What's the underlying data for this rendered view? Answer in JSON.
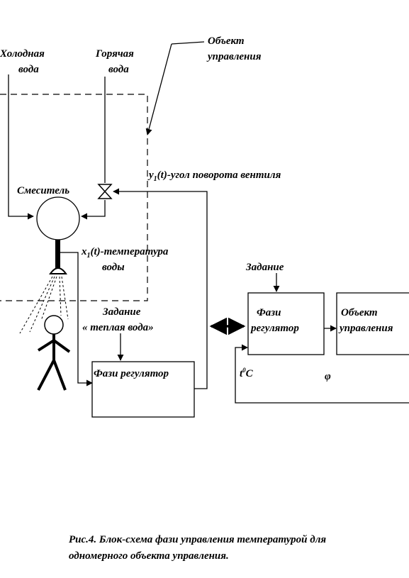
{
  "labels": {
    "cold_water_1": "Холодная",
    "cold_water_2": "вода",
    "hot_water_1": "Горячая",
    "hot_water_2": "вода",
    "object_top_1": "Объект",
    "object_top_2": "управления",
    "mixer": "Смеситель",
    "y1_var": "y",
    "y1_sub": "1",
    "y1_rest": "(t)-угол  поворота вентиля",
    "x1_var": "x",
    "x1_sub": "1",
    "x1_rest": "(t)-температура",
    "x1_rest2": "воды",
    "task_left_1": "Задание",
    "task_left_2": "« теплая вода»",
    "fuzzy_reg_left": "Фази регулятор",
    "task_right": "Задание",
    "fuzzy_reg_right_1": "Фази",
    "fuzzy_reg_right_2": "регулятор",
    "object_right_1": "Объект",
    "object_right_2": "управления",
    "temp_t": "t",
    "temp_sup": "0",
    "temp_c": "C",
    "phi": "φ"
  },
  "caption": {
    "line1": "Рис.4. Блок-схема фази управления температурой для",
    "line2": "одномерного объекта управления."
  }
}
